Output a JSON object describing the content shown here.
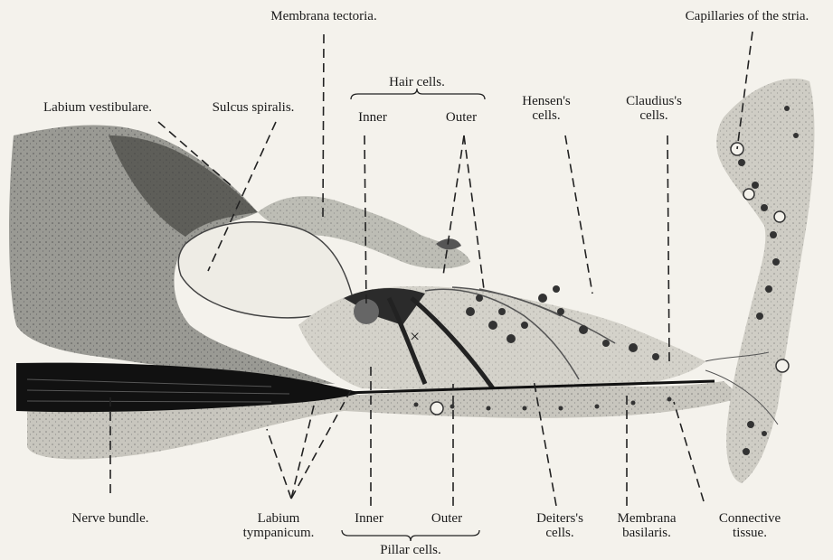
{
  "labels": {
    "membrana_tectoria": "Membrana tectoria.",
    "capillaries_stria": "Capillaries of the stria.",
    "hair_cells": "Hair cells.",
    "labium_vestibulare": "Labium vestibulare.",
    "sulcus_spiralis": "Sulcus spiralis.",
    "hair_inner": "Inner",
    "hair_outer": "Outer",
    "hensens_1": "Hensen's",
    "hensens_2": "cells.",
    "claudius_1": "Claudius's",
    "claudius_2": "cells.",
    "nerve_bundle": "Nerve bundle.",
    "labium_tympanicum_1": "Labium",
    "labium_tympanicum_2": "tympanicum.",
    "pillar_inner": "Inner",
    "pillar_outer": "Outer",
    "pillar_cells": "Pillar cells.",
    "deiters_1": "Deiters's",
    "deiters_2": "cells.",
    "membrana_basilaris_1": "Membrana",
    "membrana_basilaris_2": "basilaris.",
    "connective_1": "Connective",
    "connective_2": "tissue.",
    "x_mark": "×"
  }
}
